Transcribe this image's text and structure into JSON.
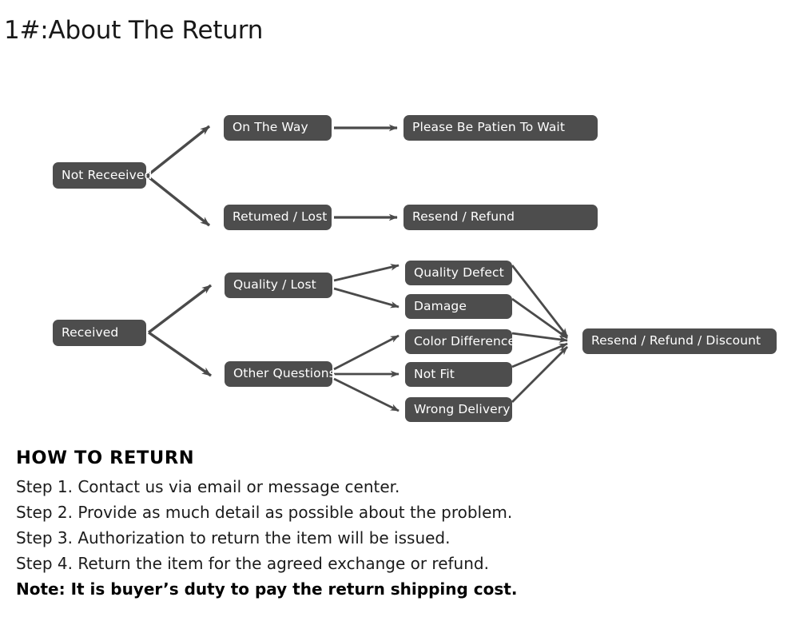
{
  "page": {
    "title": "1#:About The Return",
    "background_color": "#ffffff",
    "node_fill_color": "#4d4d4d",
    "node_text_color": "#ffffff",
    "arrow_color": "#4a4a4a"
  },
  "flowchart": {
    "type": "flowchart",
    "branches": [
      {
        "root": "Not Receeived",
        "paths": [
          {
            "middle": "On The Way",
            "end": "Please Be Patien To Wait"
          },
          {
            "middle": "Retumed / Lost",
            "end": "Resend / Refund"
          }
        ]
      },
      {
        "root": "Received",
        "paths": [
          {
            "middle": "Quality / Lost",
            "leaves": [
              "Quality Defect",
              "Damage"
            ]
          },
          {
            "middle": "Other Questions",
            "leaves": [
              "Color Difference",
              "Not Fit",
              "Wrong Delivery"
            ]
          }
        ],
        "end": "Resend / Refund / Discount"
      }
    ],
    "nodes": {
      "not_received": "Not Receeived",
      "on_the_way": "On The Way",
      "returned_lost": "Retumed / Lost",
      "please_wait": "Please Be Patien To Wait",
      "resend_refund": "Resend / Refund",
      "received": "Received",
      "quality_lost": "Quality / Lost",
      "other_questions": "Other Questions",
      "quality_defect": "Quality Defect",
      "damage": "Damage",
      "color_difference": "Color Difference",
      "not_fit": "Not Fit",
      "wrong_delivery": "Wrong Delivery",
      "resend_refund_discount": "Resend / Refund / Discount"
    }
  },
  "howto": {
    "heading": "HOW TO RETURN",
    "steps": [
      "Step 1. Contact us via email or message center.",
      "Step 2. Provide as much detail as possible about the problem.",
      "Step 3. Authorization to return the item will be issued.",
      "Step 4. Return the item for the agreed exchange or refund."
    ],
    "note": "Note: It is buyer’s duty to pay the return shipping cost."
  }
}
